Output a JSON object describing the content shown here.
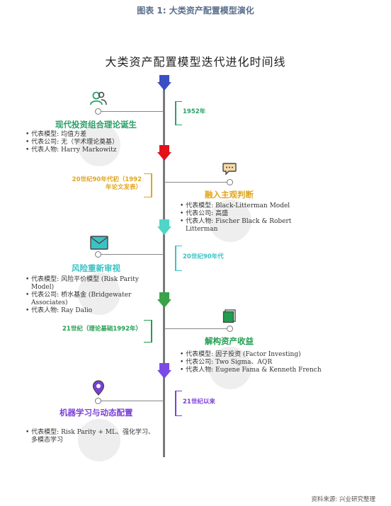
{
  "caption": "图表 1:  大类资产配置模型演化",
  "title": "大类资产配置模型迭代进化时间线",
  "stages": [
    {
      "date": "1952年",
      "title": "现代投资组合理论诞生",
      "items": [
        "代表模型: 均值方差",
        "代表公司: 无（学术理论奠基）",
        "代表人物: Harry Markowitz"
      ],
      "color": "#2aa06a",
      "icon": "people-icon"
    },
    {
      "date": "20世纪90年代初（1992年论文发表）",
      "title": "融入主观判断",
      "items": [
        "代表模型: Black-Litterman Model",
        "代表公司: 高盛",
        "代表人物: Fischer Black & Robert Litterman"
      ],
      "color": "#e0a51e",
      "icon": "chat-bubble-icon"
    },
    {
      "date": "20世纪90年代",
      "title": "风险重新审视",
      "items": [
        "代表模型: 风险平价模型 (Risk Parity Model)",
        "代表公司: 桥水基金 (Bridgewater Associates)",
        "代表人物: Ray Dalio"
      ],
      "color": "#3cc2c4",
      "icon": "envelope-icon"
    },
    {
      "date": "21世纪（理论基础1992年）",
      "title": "解构资产收益",
      "items": [
        "代表模型: 因子投资 (Factor Investing)",
        "代表公司: Two Sigma、AQR",
        "代表人物: Eugene Fama & Kenneth French"
      ],
      "color": "#1f9e4f",
      "icon": "book-icon"
    },
    {
      "date": "21世纪以来",
      "title": "机器学习与动态配置",
      "items": [
        "代表模型: Risk Parity + ML、强化学习、多模态学习"
      ],
      "color": "#7b3fd6",
      "icon": "location-pin-icon"
    }
  ],
  "arrow_colors": [
    "#3b4fc4",
    "#e3111a",
    "#4fd6c7",
    "#3aa24a",
    "#7b4ae6"
  ],
  "source": "资料来源: 兴业研究整理"
}
